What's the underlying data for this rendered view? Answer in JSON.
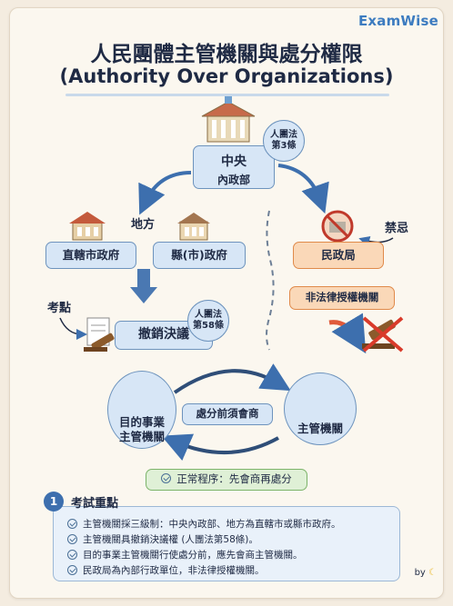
{
  "brand": "ExamWise",
  "title": {
    "zh": "人民團體主管機關與處分權限",
    "en": "(Authority Over Organizations)"
  },
  "central": {
    "name": "中央",
    "dept": "內政部",
    "law_badge": [
      "人團法",
      "第3條"
    ]
  },
  "local": {
    "label": "地方",
    "city": "直轄市政府",
    "county": "縣(市)政府"
  },
  "forbidden": {
    "label": "禁忌",
    "office": "民政局",
    "note": "非法律授權機關"
  },
  "revoke": {
    "exam_label": "考點",
    "action": "撤銷決議",
    "law_badge": [
      "人團法",
      "第58條"
    ]
  },
  "consult": {
    "business": [
      "目的事業",
      "主管機關"
    ],
    "competent": "主管機關",
    "middle": "處分前須會商",
    "procedure": "正常程序：先會商再處分"
  },
  "keypoints": {
    "number": "1",
    "title": "考試重點",
    "items": [
      "主管機關採三級制：中央內政部、地方為直轄市或縣市政府。",
      "主管機關具撤銷決議權 (人團法第58條)。",
      "目的事業主管機關行使處分前，應先會商主管機關。",
      "民政局為內部行政單位，非法律授權機關。"
    ]
  },
  "byline": "by"
}
